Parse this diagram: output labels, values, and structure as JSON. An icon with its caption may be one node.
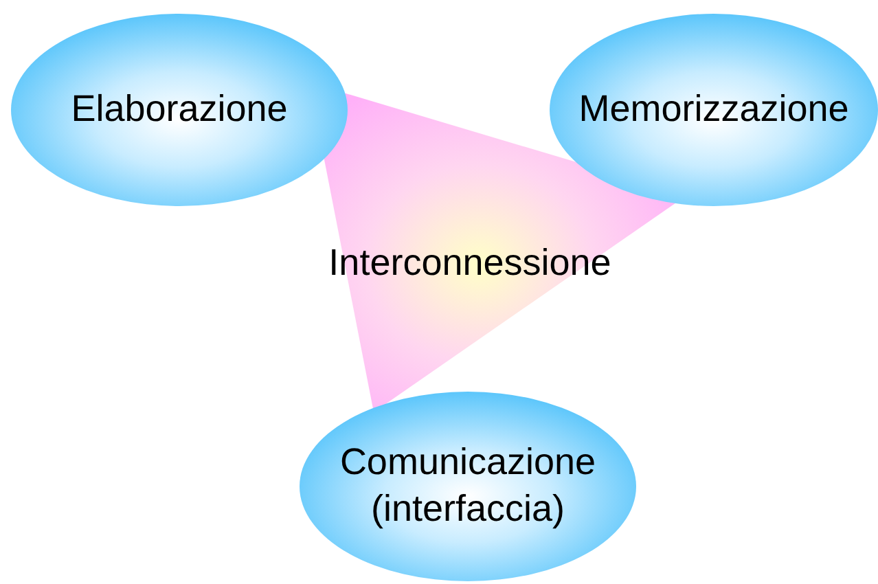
{
  "diagram": {
    "nodes": [
      {
        "text": [
          "Elaborazione"
        ]
      },
      {
        "text": [
          "Memorizzazione"
        ]
      },
      {
        "text": [
          "Interconnessione"
        ]
      },
      {
        "text": [
          "Comunicazione (interfaccia)"
        ]
      }
    ]
  }
}
